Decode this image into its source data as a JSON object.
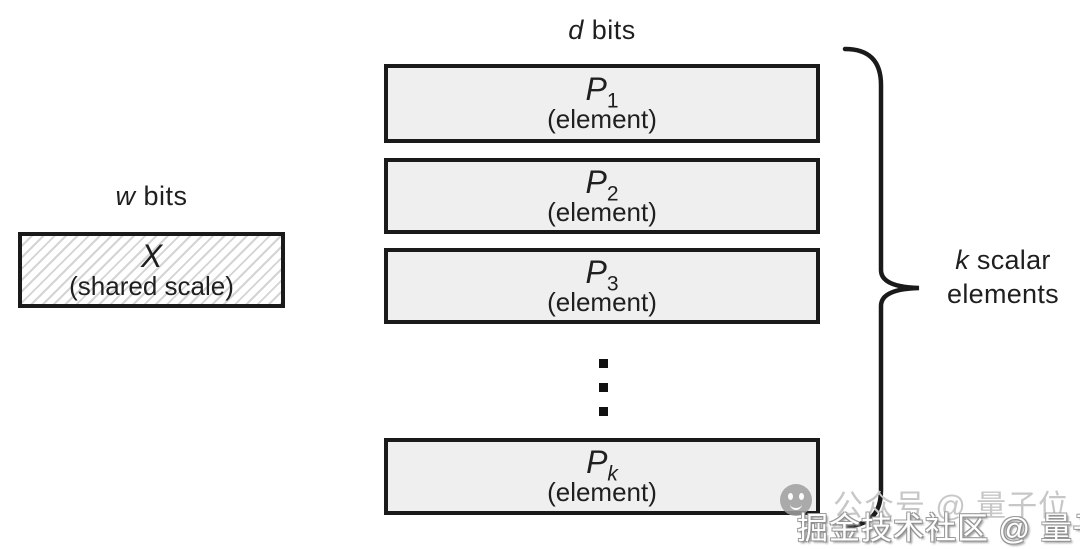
{
  "labels": {
    "d_bits": {
      "symbol": "d",
      "rest": " bits"
    },
    "w_bits": {
      "symbol": "w",
      "rest": " bits"
    },
    "k_elements": {
      "symbol": "k",
      "line1_rest": " scalar",
      "line2": "elements"
    }
  },
  "shared_scale_box": {
    "symbol": "X",
    "caption": "(shared scale)"
  },
  "element_boxes": [
    {
      "symbol": "P",
      "subscript": "1",
      "caption": "(element)"
    },
    {
      "symbol": "P",
      "subscript": "2",
      "caption": "(element)"
    },
    {
      "symbol": "P",
      "subscript": "3",
      "caption": "(element)"
    },
    {
      "symbol": "P",
      "subscript": "k",
      "caption": "(element)"
    }
  ],
  "watermarks": {
    "gray_text": "公众号 @ 量子位",
    "white_text": "掘金技术社区 @ 量子位"
  },
  "colors": {
    "box_fill": "#efefef",
    "box_border": "#1a1a1a",
    "hatch_line": "#d4d4d4",
    "text": "#1f1f1f",
    "watermark_gray": "#c7c7c7",
    "watermark_white": "#ffffff"
  }
}
